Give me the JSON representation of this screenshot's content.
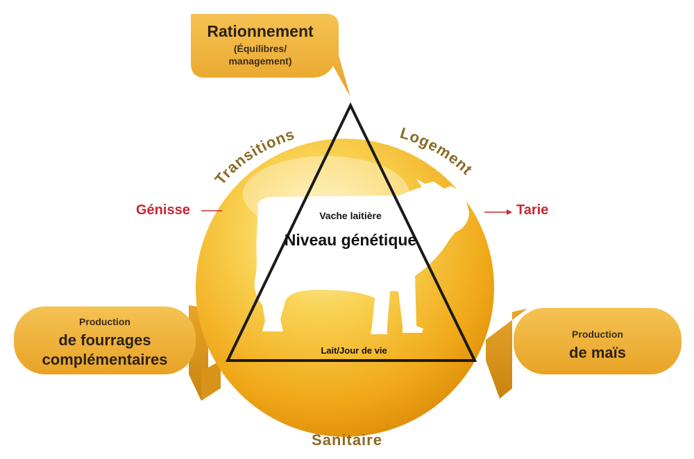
{
  "colors": {
    "sphere_light": "#fff4b8",
    "sphere_mid": "#f5c33a",
    "sphere_dark": "#d98806",
    "callout_fill": "#f0b43c",
    "red_text": "#c62832",
    "olive_text": "#8a6a24"
  },
  "callouts": {
    "top": {
      "title": "Rationnement",
      "line1": "(Équilibres/",
      "line2": "management)"
    },
    "left": {
      "small": "Production",
      "line1": "de fourrages",
      "line2": "complémentaires"
    },
    "right": {
      "small": "Production",
      "line1": "de maïs"
    }
  },
  "center": {
    "subtitle": "Vache laitière",
    "title": "Niveau génétique",
    "base_label": "Lait/Jour de vie"
  },
  "labels": {
    "transitions": "Transitions",
    "logement": "Logement",
    "sanitaire": "Sanitaire",
    "genisse": "Génisse",
    "tarie": "Tarie"
  },
  "icons": {
    "cow": "cow-silhouette-icon",
    "arrow": "arrow-right-icon"
  }
}
